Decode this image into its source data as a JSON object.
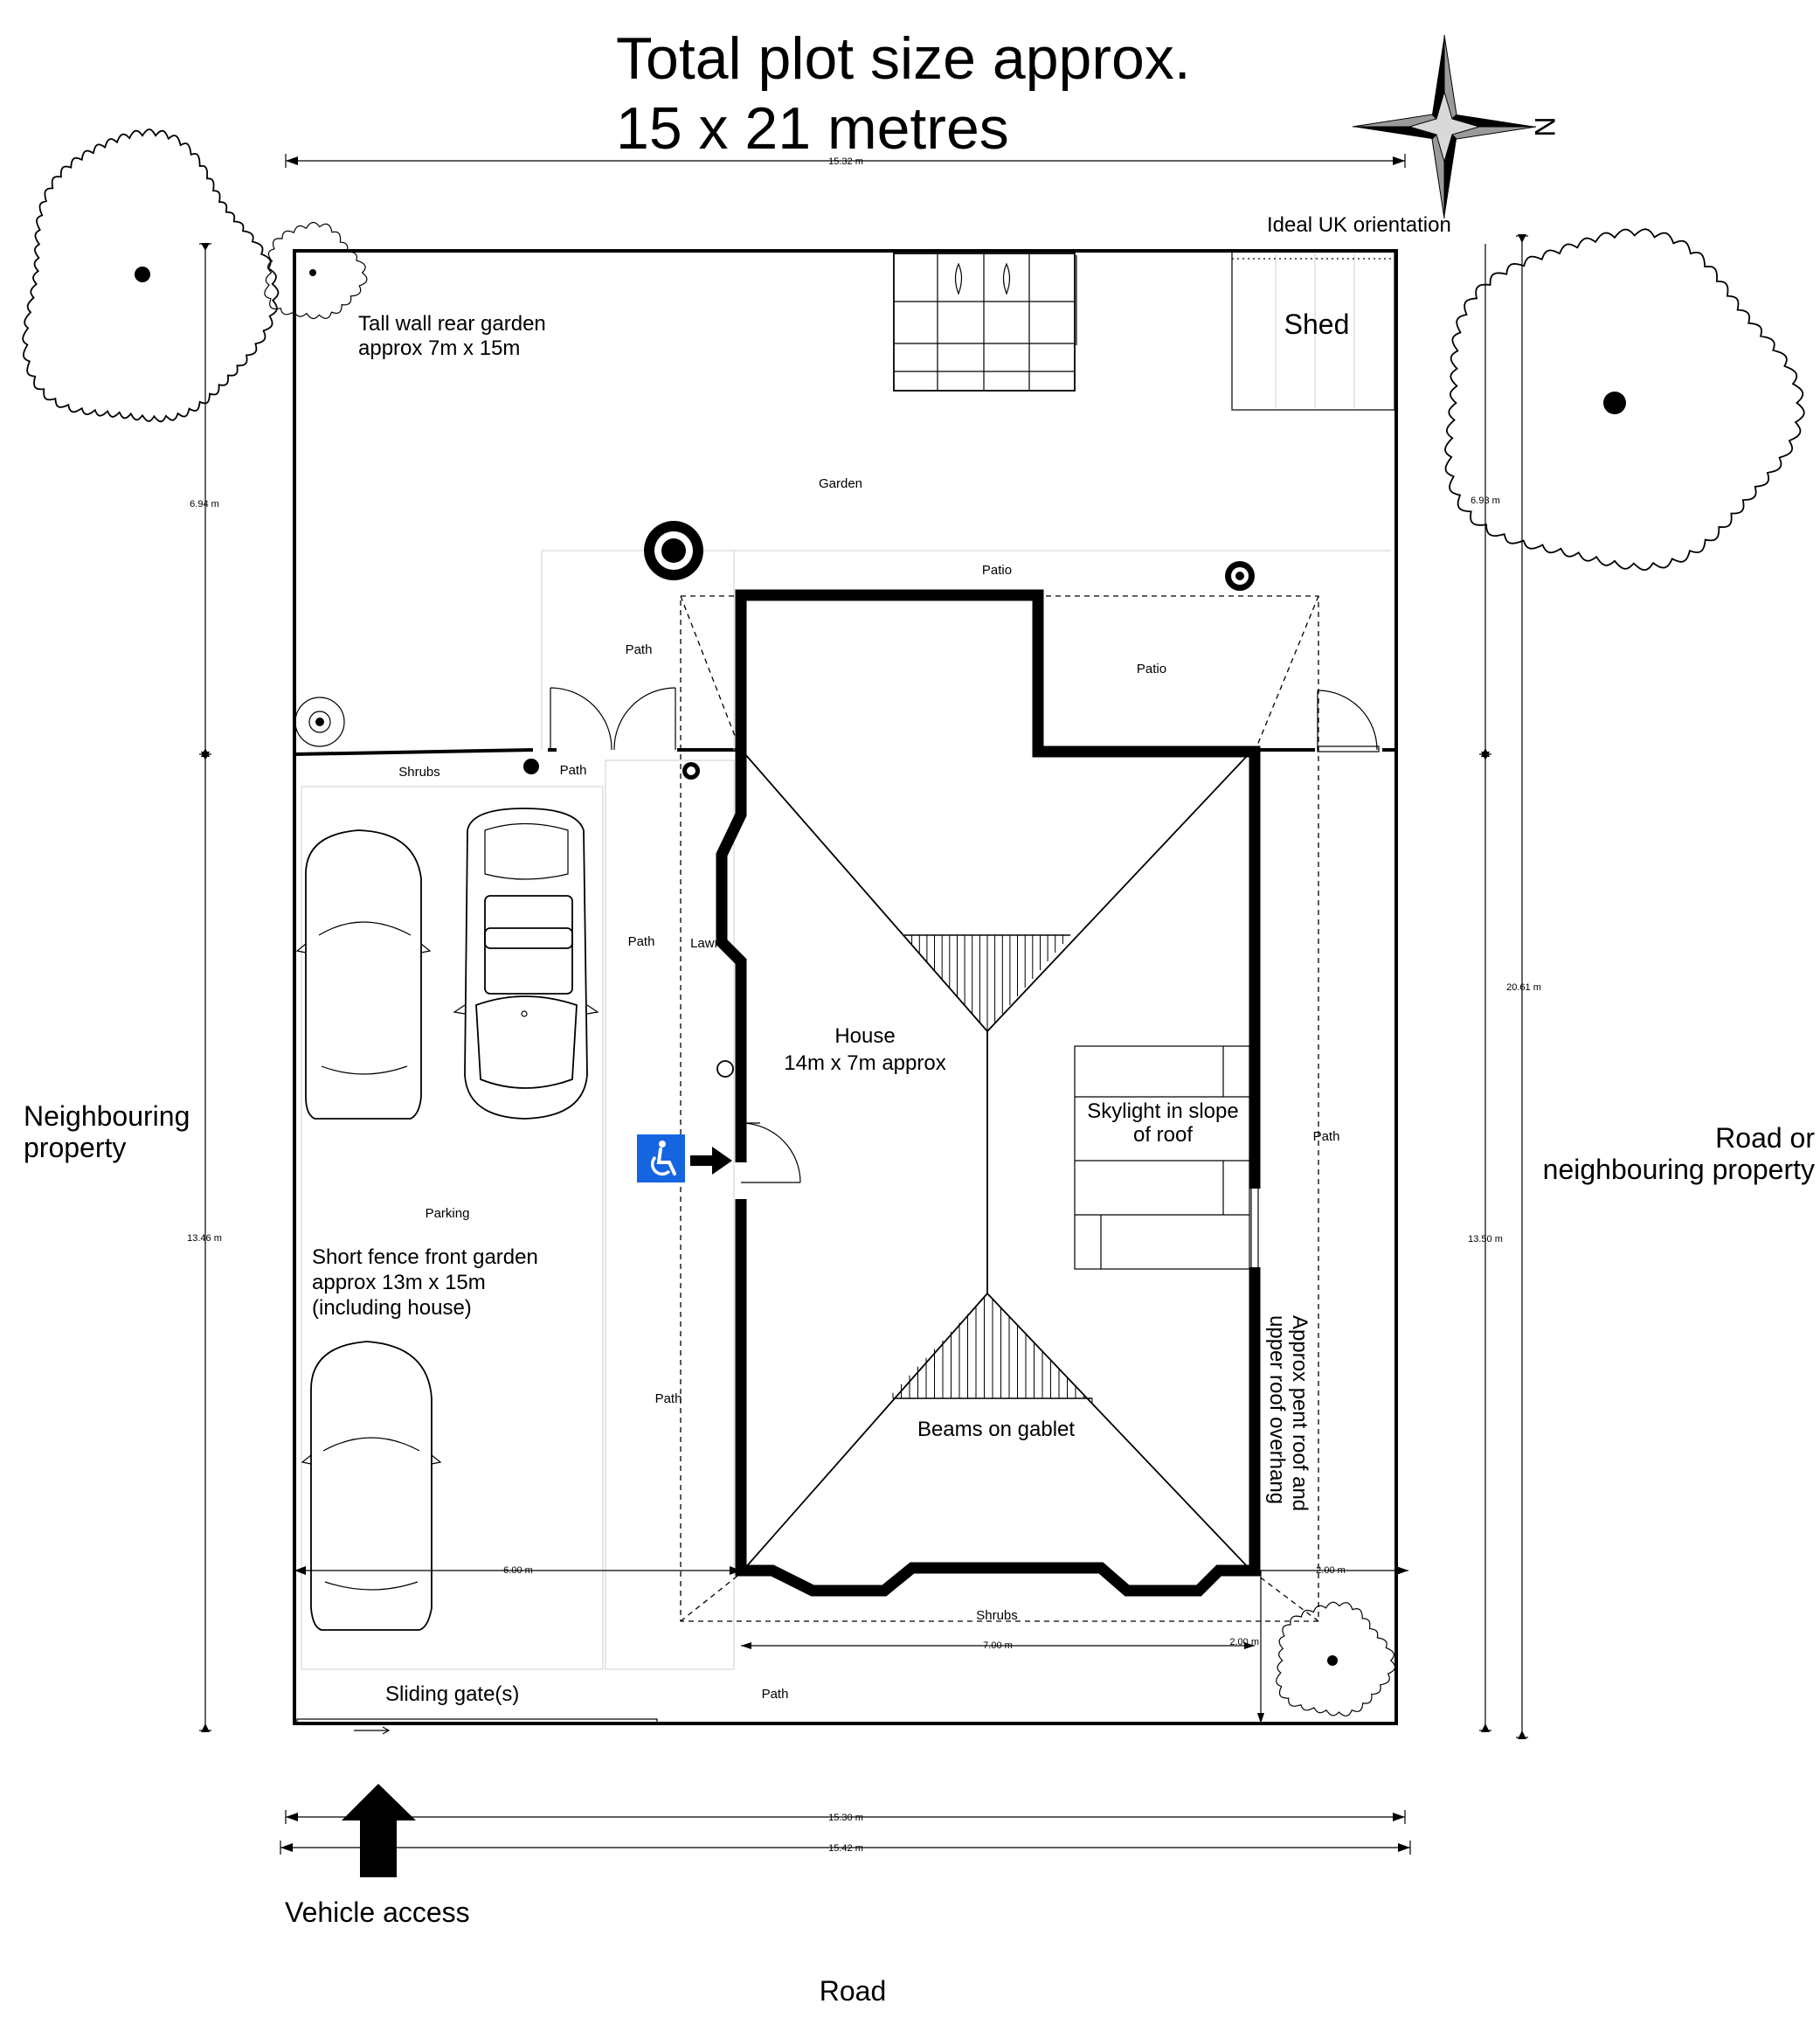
{
  "title": {
    "line1": "Total plot size approx.",
    "line2": "15 x 21 metres"
  },
  "compass": {
    "north_label": "N",
    "caption": "Ideal UK orientation"
  },
  "labels": {
    "shed": "Shed",
    "rear_garden_line1": "Tall wall rear garden",
    "rear_garden_line2": "approx 7m x 15m",
    "garden": "Garden",
    "patio_top": "Patio",
    "patio_right": "Patio",
    "path_upper": "Path",
    "path_shrubs": "Path",
    "shrubs_left": "Shrubs",
    "path_mid": "Path",
    "lawn": "Lawn",
    "path_low": "Path",
    "path_right": "Path",
    "path_bottom": "Path",
    "house_line1": "House",
    "house_line2": "14m x 7m approx",
    "skylight_line1": "Skylight in slope",
    "skylight_line2": "of roof",
    "parking": "Parking",
    "front_garden_line1": "Short fence front garden",
    "front_garden_line2": "approx 13m x 15m",
    "front_garden_line3": "(including house)",
    "beams": "Beams on gablet",
    "pent_line1": "Approx pent roof and",
    "pent_line2": "upper roof overhang",
    "shrubs_bottom": "Shrubs",
    "sliding_gate": "Sliding gate(s)",
    "neighbour_left_line1": "Neighbouring",
    "neighbour_left_line2": "property",
    "road_right_line1": "Road or",
    "road_right_line2": "neighbouring property",
    "vehicle_access": "Vehicle access",
    "road": "Road"
  },
  "dimensions": {
    "top_width": "15.32 m",
    "left_upper": "6.94 m",
    "left_lower": "13.46 m",
    "right_upper": "6.93 m",
    "right_lower": "13.50 m",
    "right_total": "20.61 m",
    "house_to_left": "6.00 m",
    "house_to_right": "2.00 m",
    "house_width": "7.00 m",
    "house_to_bottom": "2.00 m",
    "bottom_inner": "15.30 m",
    "bottom_outer": "15.42 m"
  },
  "icons": {
    "accessibility": "wheelchair-icon",
    "compass": "compass-rose-icon",
    "entrance_arrow": "arrow-right-icon",
    "vehicle_arrow": "arrow-up-icon"
  },
  "colors": {
    "accessibility_sign": "#1565e0",
    "line": "#000000",
    "background": "#ffffff"
  }
}
